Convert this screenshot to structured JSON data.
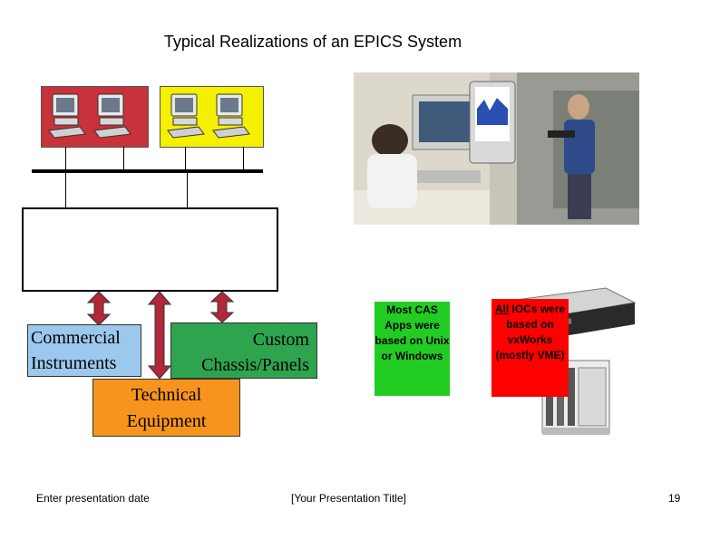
{
  "slide": {
    "title": "Typical Realizations of an EPICS System",
    "boxes": {
      "commercial_line1": "Commercial",
      "commercial_line2": "Instruments",
      "custom_line1": "Custom",
      "custom_line2": "Chassis/Panels",
      "technical_line1": "Technical",
      "technical_line2": "Equipment"
    },
    "notes": {
      "cas_text": "Most CAS Apps were based on Unix or Windows",
      "ioc_emph": "All",
      "ioc_rest": " IOCs were based on vxWorks (mostly VME)"
    },
    "footer": {
      "date": "Enter presentation date",
      "title": "[Your Presentation Title]",
      "page": "19"
    }
  },
  "colors": {
    "red_box": "#c8323a",
    "yellow_box": "#f5f000",
    "blue_box": "#9cc8ee",
    "green_box": "#2ea44e",
    "orange_box": "#f7941d",
    "arrow": "#b0283a",
    "green_note": "#22cc22",
    "red_note": "#ff0000"
  },
  "icons": [
    "workstation-icon",
    "control-room-photo",
    "crate-photo"
  ]
}
